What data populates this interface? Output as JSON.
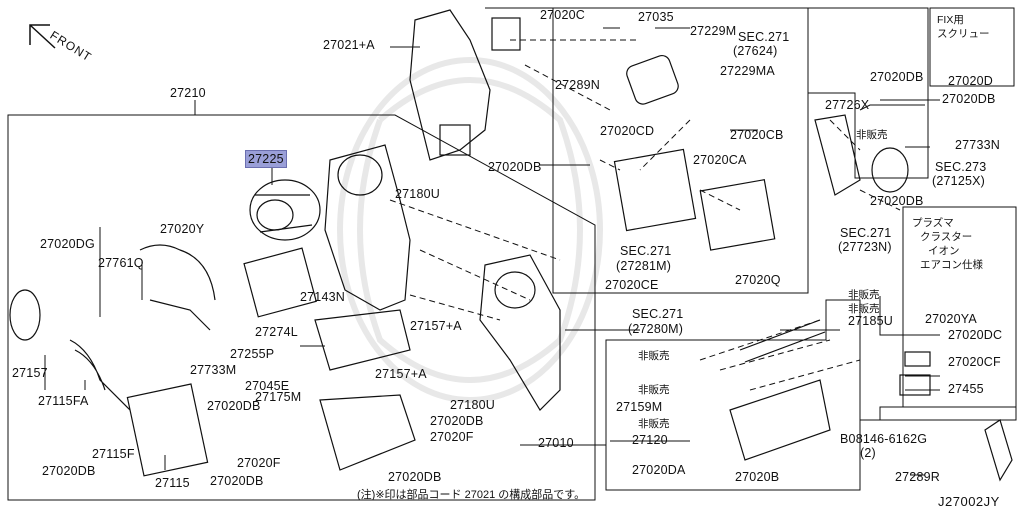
{
  "diagram": {
    "front_label": "FRONT",
    "diagram_code": "J27002JY",
    "highlight_color": "#9a9fd8",
    "footnote": "(注)※印は部品コード 27021 の構成部品です。",
    "fix_box": {
      "title": "FIX用",
      "subtitle": "スクリュー",
      "part": "27020D"
    },
    "plasma_box": {
      "lines": [
        "プラズマ",
        "クラスター",
        "イオン",
        "エアコン仕様"
      ]
    },
    "bolt_label": "B08146-6162G",
    "bolt_qty": "(2)",
    "parts": {
      "p27210": "27210",
      "p27225": "27225",
      "p27020Y": "27020Y",
      "p27020DG": "27020DG",
      "p27761Q": "27761Q",
      "p27157": "27157",
      "p27115FA": "27115FA",
      "p27733M": "27733M",
      "p27020DB_a": "27020DB",
      "p27115F": "27115F",
      "p27020DB_b": "27020DB",
      "p27115": "27115",
      "p27274L": "27274L",
      "p27255P": "27255P",
      "p27045E": "27045E",
      "p27175M": "27175M",
      "p27143N": "27143N",
      "p27157A_a": "27157+A",
      "p27157A_b": "27157+A",
      "p27180U_a": "27180U",
      "p27180U_b": "27180U",
      "p27020DB_c": "27020DB",
      "p27020F_a": "27020F",
      "p27020F_b": "27020F",
      "p27020DB_d": "27020DB",
      "p27020DB_e": "27020DB",
      "p27021A": "27021+A",
      "p27020DB_f": "27020DB",
      "p27020C": "27020C",
      "p27035": "27035",
      "p27229M": "27229M",
      "sec271_a": "SEC.271",
      "sec271_a_ref": "(27624)",
      "p27289N": "27289N",
      "p27229MA": "27229MA",
      "p27020CD": "27020CD",
      "p27020CB": "27020CB",
      "p27020CA": "27020CA",
      "sec271_b": "SEC.271",
      "sec271_b_ref": "(27281M)",
      "p27020CE": "27020CE",
      "p27020Q": "27020Q",
      "sec271_c": "SEC.271",
      "sec271_c_ref": "(27723N)",
      "sec271_d": "SEC.271",
      "sec271_d_ref": "(27280M)",
      "p27020DB_g": "27020DB",
      "p27020DB_h": "27020DB",
      "p27726X": "27726X",
      "hihanbai_1": "非販売",
      "p27733N": "27733N",
      "sec273": "SEC.273",
      "sec273_ref": "(27125X)",
      "p27020DB_i": "27020DB",
      "p27020YA": "27020YA",
      "p27020DC": "27020DC",
      "p27020CF": "27020CF",
      "p27455": "27455",
      "hihanbai_2": "非販売",
      "hihanbai_3": "非販売",
      "p27185U": "27185U",
      "hihanbai_4": "非販売",
      "hihanbai_5": "非販売",
      "p27159M": "27159M",
      "hihanbai_6": "非販売",
      "p27010": "27010",
      "p27120": "27120",
      "p27020DA": "27020DA",
      "p27020B": "27020B",
      "p27289R": "27289R"
    }
  }
}
